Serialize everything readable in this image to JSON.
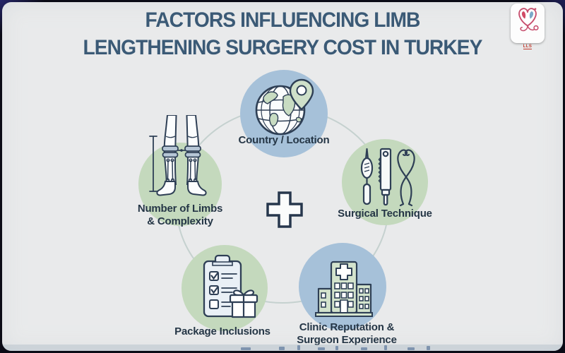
{
  "title": {
    "line1": "FACTORS INFLUENCING LIMB",
    "line2": "LENGTHENING SURGERY COST IN TURKEY"
  },
  "logo": {
    "monogram": "LLS",
    "icon": "heart-stethoscope-icon"
  },
  "diagram": {
    "center_icon": "medical-cross-icon",
    "connector": "ring",
    "nodes": [
      {
        "id": "country-location",
        "label": "Country / Location",
        "icon": "globe-location-pin-icon",
        "circle_color": "#a6c1d9"
      },
      {
        "id": "limbs-complexity",
        "label": "Number of Limbs\n& Complexity",
        "icon": "legs-lengthening-fixator-icon",
        "circle_color": "#c4d9bd"
      },
      {
        "id": "surgical-technique",
        "label": "Surgical Technique",
        "icon": "surgical-tools-icon",
        "circle_color": "#c4d9bd"
      },
      {
        "id": "package-inclusions",
        "label": "Package Inclusions",
        "icon": "clipboard-checklist-gift-icon",
        "circle_color": "#c4d9bd"
      },
      {
        "id": "clinic-reputation",
        "label": "Clinic Reputation &\nSurgeon Experience",
        "icon": "hospital-building-icon",
        "circle_color": "#a6c1d9"
      }
    ]
  },
  "colors": {
    "frame_border": "#0b0b16",
    "canvas_background": "#e9eaeb",
    "circle_blue": "#a6c1d9",
    "circle_green": "#c4d9bd",
    "icon_outline_navy": "#2e3f55",
    "icon_green_fill": "#cfe0c9",
    "fixator_blue": "#b6c6d6",
    "title_text": "#3b5a76",
    "label_text": "#253646",
    "ring_line": "#c5d1cf",
    "logo_pink": "#c7506f",
    "logo_blue": "#7ca9c9"
  }
}
